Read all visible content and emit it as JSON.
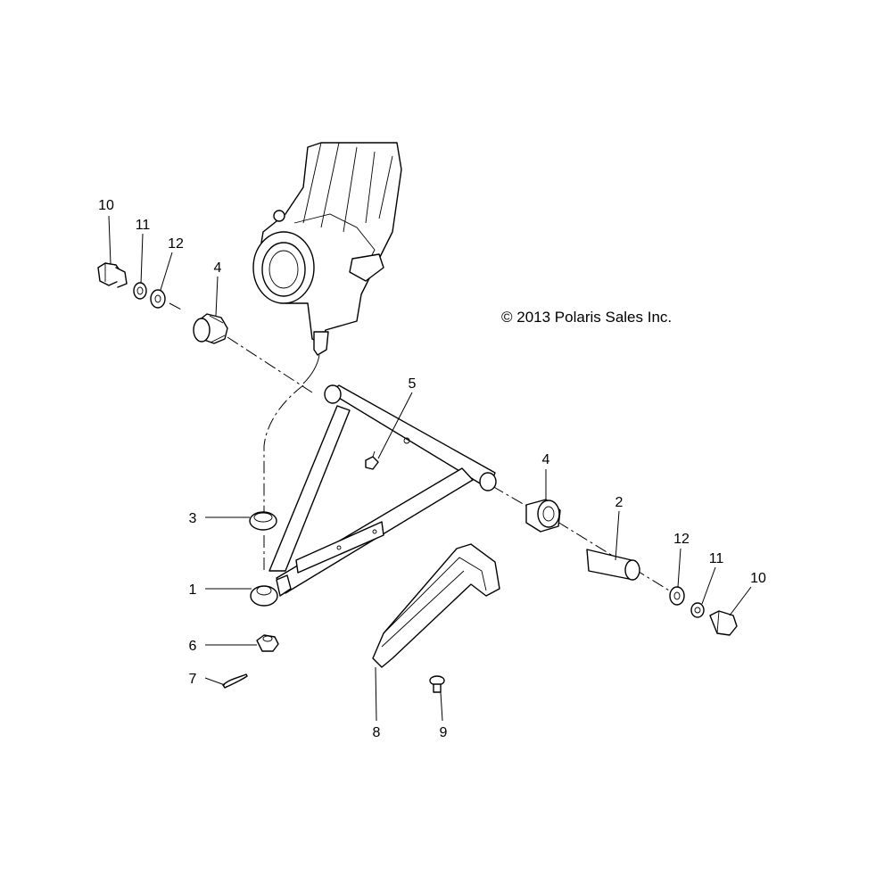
{
  "copyright": "© 2013 Polaris Sales Inc.",
  "callouts": {
    "c1": "1",
    "c2": "2",
    "c3": "3",
    "c4a": "4",
    "c4b": "4",
    "c5": "5",
    "c6": "6",
    "c7": "7",
    "c8": "8",
    "c9": "9",
    "c10a": "10",
    "c10b": "10",
    "c11a": "11",
    "c11b": "11",
    "c12a": "12",
    "c12b": "12"
  }
}
